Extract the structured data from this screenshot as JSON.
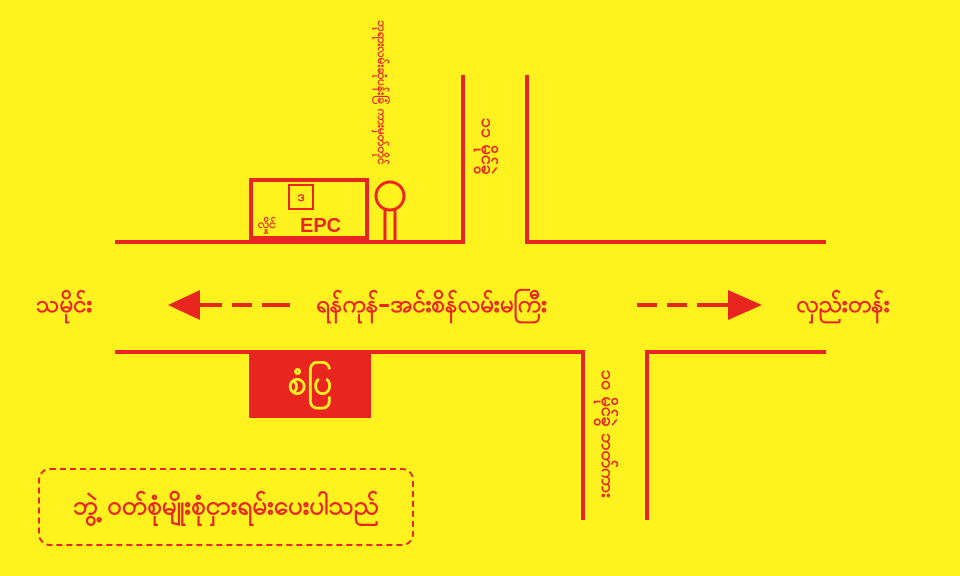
{
  "colors": {
    "background": "#FFF21F",
    "ink": "#E8261F"
  },
  "labels": {
    "main_road": "ရန်ကုန်–အင်းစိန်လမ်းမကြီး",
    "direction_left": "သမိုင်း",
    "direction_right": "လှည်းတန်း",
    "street_top": "၁၁ မိုင်ခွဲ",
    "street_bottom": "၁၀ မိုင်ခွဲ ဘတ်ကား",
    "landmark_vertical": "ဘုရားလမ်းဆုံပန်းခြံ ကားမှတ်တိုင်",
    "epc_name": "EPC",
    "epc_prefix": "လှိုင်",
    "epc_logo": "ဒ",
    "shop_name": "စံပြ",
    "notice": "ဘွဲ့ ဝတ်စုံမျိုးစုံငှားရမ်းပေးပါသည်"
  },
  "icons": {
    "left_arrow": "arrow-left-icon",
    "right_arrow": "arrow-right-icon",
    "bus_stop": "bus-stop-icon"
  }
}
